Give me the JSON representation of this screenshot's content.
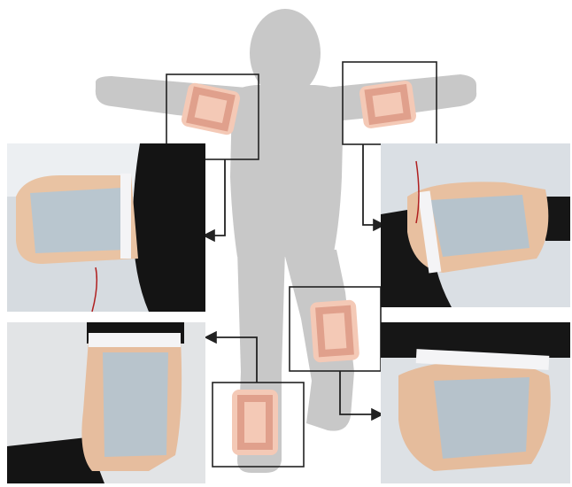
{
  "figure": {
    "silhouette_color": "#c8c8c8",
    "pad_fill": "#f4c9b6",
    "pad_stroke": "#e0a08c",
    "box_stroke": "#222222",
    "arrow_color": "#222222",
    "background": "#ffffff"
  },
  "placements": [
    {
      "id": "left-upper-arm",
      "icon": "pad-icon"
    },
    {
      "id": "right-upper-arm",
      "icon": "pad-icon"
    },
    {
      "id": "left-thigh",
      "icon": "pad-icon"
    },
    {
      "id": "left-shin",
      "icon": "pad-icon"
    }
  ],
  "photos": [
    {
      "id": "photo-upper-arm-left",
      "subject": "sleeve-on-upper-arm"
    },
    {
      "id": "photo-upper-arm-right",
      "subject": "sleeve-on-upper-arm"
    },
    {
      "id": "photo-calf",
      "subject": "sleeve-on-calf"
    },
    {
      "id": "photo-thigh",
      "subject": "sleeve-on-thigh"
    }
  ]
}
